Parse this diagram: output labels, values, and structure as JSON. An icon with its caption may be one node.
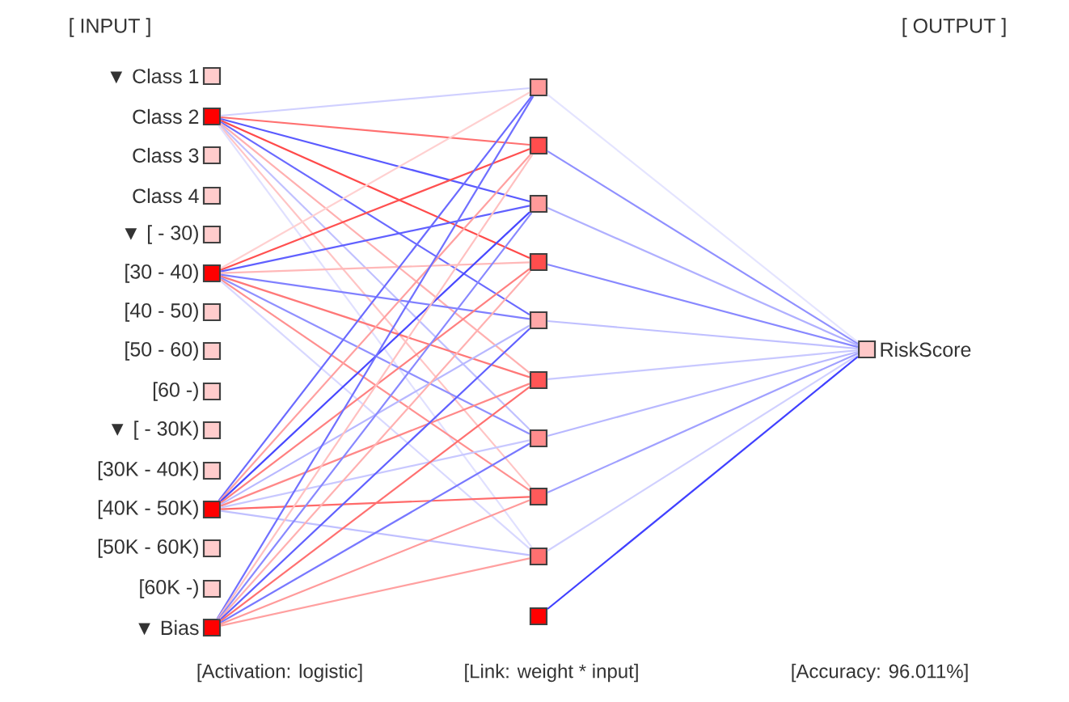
{
  "diagram": {
    "nodes": [
      {
        "text": [
          "▼ Class 1"
        ]
      },
      {
        "text": [
          "Class 2"
        ]
      },
      {
        "text": [
          "Class 3"
        ]
      },
      {
        "text": [
          "Class 4"
        ]
      },
      {
        "text": [
          "▼ [ - 30)"
        ]
      },
      {
        "text": [
          "[30 - 40)"
        ]
      },
      {
        "text": [
          "[40 - 50)"
        ]
      },
      {
        "text": [
          "[50 - 60)"
        ]
      },
      {
        "text": [
          "[60 -)"
        ]
      },
      {
        "text": [
          "▼ [ - 30K)"
        ]
      },
      {
        "text": [
          "[30K - 40K)"
        ]
      },
      {
        "text": [
          "[40K - 50K)"
        ]
      },
      {
        "text": [
          "[50K - 60K)"
        ]
      },
      {
        "text": [
          "[60K -)"
        ]
      },
      {
        "text": [
          "▼ Bias"
        ]
      },
      {
        "text": [],
        "shape": "box"
      },
      {
        "text": [],
        "shape": "box"
      },
      {
        "text": [],
        "shape": "box"
      },
      {
        "text": [],
        "shape": "box"
      },
      {
        "text": [],
        "shape": "box"
      },
      {
        "text": [],
        "shape": "box"
      },
      {
        "text": [],
        "shape": "box"
      },
      {
        "text": [],
        "shape": "box"
      },
      {
        "text": [],
        "shape": "box"
      },
      {
        "text": [],
        "shape": "box"
      },
      {
        "text": [
          "RiskScore"
        ]
      }
    ],
    "edges": [
      {
        "from": 1,
        "to": 15,
        "arrow": "none",
        "color": "#d0d0ff"
      },
      {
        "from": 1,
        "to": 16,
        "arrow": "none",
        "color": "#ff7070"
      },
      {
        "from": 1,
        "to": 17,
        "arrow": "none",
        "color": "#5a5aff"
      },
      {
        "from": 1,
        "to": 18,
        "arrow": "none",
        "color": "#ff4a4a"
      },
      {
        "from": 1,
        "to": 19,
        "arrow": "none",
        "color": "#6a6aff"
      },
      {
        "from": 1,
        "to": 20,
        "arrow": "none",
        "color": "#ffb0b0"
      },
      {
        "from": 1,
        "to": 21,
        "arrow": "none",
        "color": "#c0c0ff"
      },
      {
        "from": 1,
        "to": 22,
        "arrow": "none",
        "color": "#ffc4c4"
      },
      {
        "from": 1,
        "to": 23,
        "arrow": "none",
        "color": "#e0e0ff"
      },
      {
        "from": 5,
        "to": 15,
        "arrow": "none",
        "color": "#ffd0d0"
      },
      {
        "from": 5,
        "to": 16,
        "arrow": "none",
        "color": "#ff5050"
      },
      {
        "from": 5,
        "to": 17,
        "arrow": "none",
        "color": "#6060ff"
      },
      {
        "from": 5,
        "to": 18,
        "arrow": "none",
        "color": "#ffb8b8"
      },
      {
        "from": 5,
        "to": 19,
        "arrow": "none",
        "color": "#8080ff"
      },
      {
        "from": 5,
        "to": 20,
        "arrow": "none",
        "color": "#ff7878"
      },
      {
        "from": 5,
        "to": 21,
        "arrow": "none",
        "color": "#9090ff"
      },
      {
        "from": 5,
        "to": 22,
        "arrow": "none",
        "color": "#ff9090"
      },
      {
        "from": 5,
        "to": 23,
        "arrow": "none",
        "color": "#d8d8ff"
      },
      {
        "from": 11,
        "to": 15,
        "arrow": "none",
        "color": "#6a6aff"
      },
      {
        "from": 11,
        "to": 16,
        "arrow": "none",
        "color": "#ffa0a0"
      },
      {
        "from": 11,
        "to": 17,
        "arrow": "none",
        "color": "#4848ff"
      },
      {
        "from": 11,
        "to": 18,
        "arrow": "none",
        "color": "#ff8080"
      },
      {
        "from": 11,
        "to": 19,
        "arrow": "none",
        "color": "#b8b8ff"
      },
      {
        "from": 11,
        "to": 20,
        "arrow": "none",
        "color": "#ff8888"
      },
      {
        "from": 11,
        "to": 21,
        "arrow": "none",
        "color": "#c8c8ff"
      },
      {
        "from": 11,
        "to": 22,
        "arrow": "none",
        "color": "#ff6a6a"
      },
      {
        "from": 11,
        "to": 23,
        "arrow": "none",
        "color": "#c0c0ff"
      },
      {
        "from": 14,
        "to": 15,
        "arrow": "none",
        "color": "#7070ff"
      },
      {
        "from": 14,
        "to": 16,
        "arrow": "none",
        "color": "#ffc0c0"
      },
      {
        "from": 14,
        "to": 17,
        "arrow": "none",
        "color": "#8888ff"
      },
      {
        "from": 14,
        "to": 18,
        "arrow": "none",
        "color": "#ffb0b0"
      },
      {
        "from": 14,
        "to": 19,
        "arrow": "none",
        "color": "#6060ff"
      },
      {
        "from": 14,
        "to": 20,
        "arrow": "none",
        "color": "#ff7070"
      },
      {
        "from": 14,
        "to": 21,
        "arrow": "none",
        "color": "#7878ff"
      },
      {
        "from": 14,
        "to": 22,
        "arrow": "none",
        "color": "#ff9a9a"
      },
      {
        "from": 14,
        "to": 23,
        "arrow": "none",
        "color": "#ffa0a0"
      },
      {
        "from": 15,
        "to": 25,
        "arrow": "none",
        "color": "#e4e4ff"
      },
      {
        "from": 16,
        "to": 25,
        "arrow": "none",
        "color": "#9090ff"
      },
      {
        "from": 17,
        "to": 25,
        "arrow": "none",
        "color": "#b0b0ff"
      },
      {
        "from": 18,
        "to": 25,
        "arrow": "none",
        "color": "#8888ff"
      },
      {
        "from": 19,
        "to": 25,
        "arrow": "none",
        "color": "#c0c0ff"
      },
      {
        "from": 20,
        "to": 25,
        "arrow": "none",
        "color": "#c8c8ff"
      },
      {
        "from": 21,
        "to": 25,
        "arrow": "none",
        "color": "#b8b8ff"
      },
      {
        "from": 22,
        "to": 25,
        "arrow": "none",
        "color": "#a0a0ff"
      },
      {
        "from": 23,
        "to": 25,
        "arrow": "none",
        "color": "#d0d0ff"
      },
      {
        "from": 24,
        "to": 25,
        "arrow": "none",
        "color": "#4040ff"
      }
    ],
    "labels": [
      "[ INPUT ]",
      "[ OUTPUT ]",
      "[Activation: logistic]",
      "[Link: weight * input]",
      "[Accuracy: 96.011%]"
    ]
  }
}
